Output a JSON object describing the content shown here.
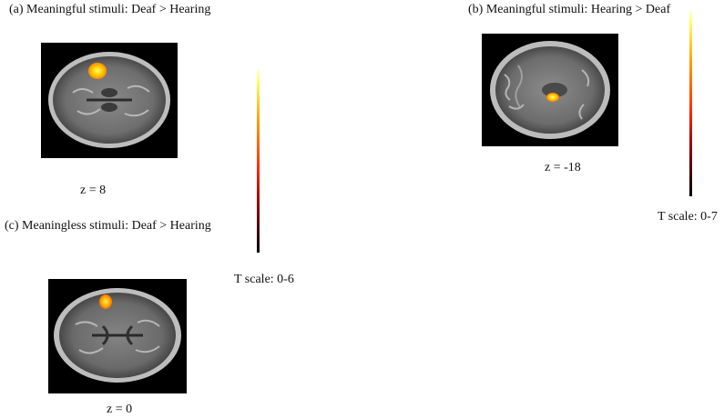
{
  "panels": [
    {
      "title": "(a) Meaningful stimuli: Deaf > Hearing",
      "z_label": "z = 8"
    },
    {
      "title": "(b) Meaningful stimuli: Hearing > Deaf",
      "z_label": "z = -18"
    },
    {
      "title": "(c) Meaningless stimuli: Deaf > Hearing",
      "z_label": "z = 0"
    }
  ],
  "colorbars": [
    {
      "label": "T scale: 0-6",
      "min": 0,
      "max": 6
    },
    {
      "label": "T scale: 0-7",
      "min": 0,
      "max": 7
    }
  ],
  "colors": {
    "background": "#ffffff",
    "scan_background": "#000000",
    "colormap": [
      "#000000",
      "#8b0000",
      "#ff2a00",
      "#ff9a00",
      "#ffff66"
    ]
  }
}
